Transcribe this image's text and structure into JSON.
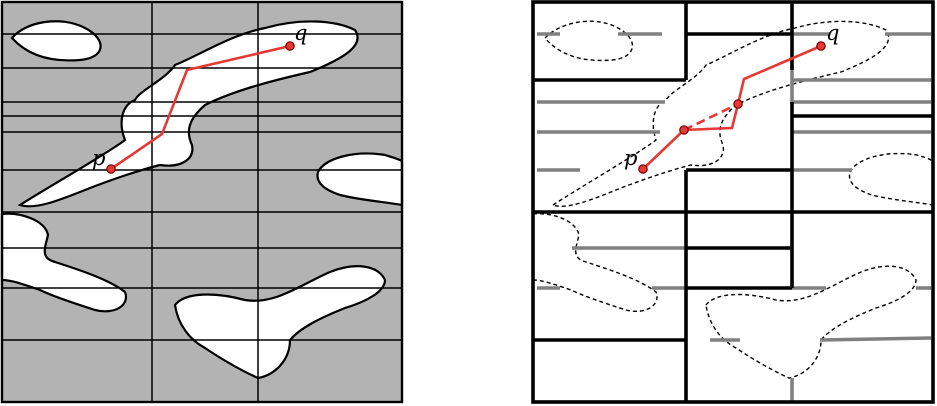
{
  "left_panel": {
    "start_label": "p",
    "goal_label": "q"
  },
  "right_panel": {
    "start_label": "p",
    "goal_label": "q"
  },
  "colors": {
    "obstacle_fill": "#b3b3b3",
    "free_space": "#ffffff",
    "path": "#e53935",
    "highlight_edges": "#808080"
  }
}
